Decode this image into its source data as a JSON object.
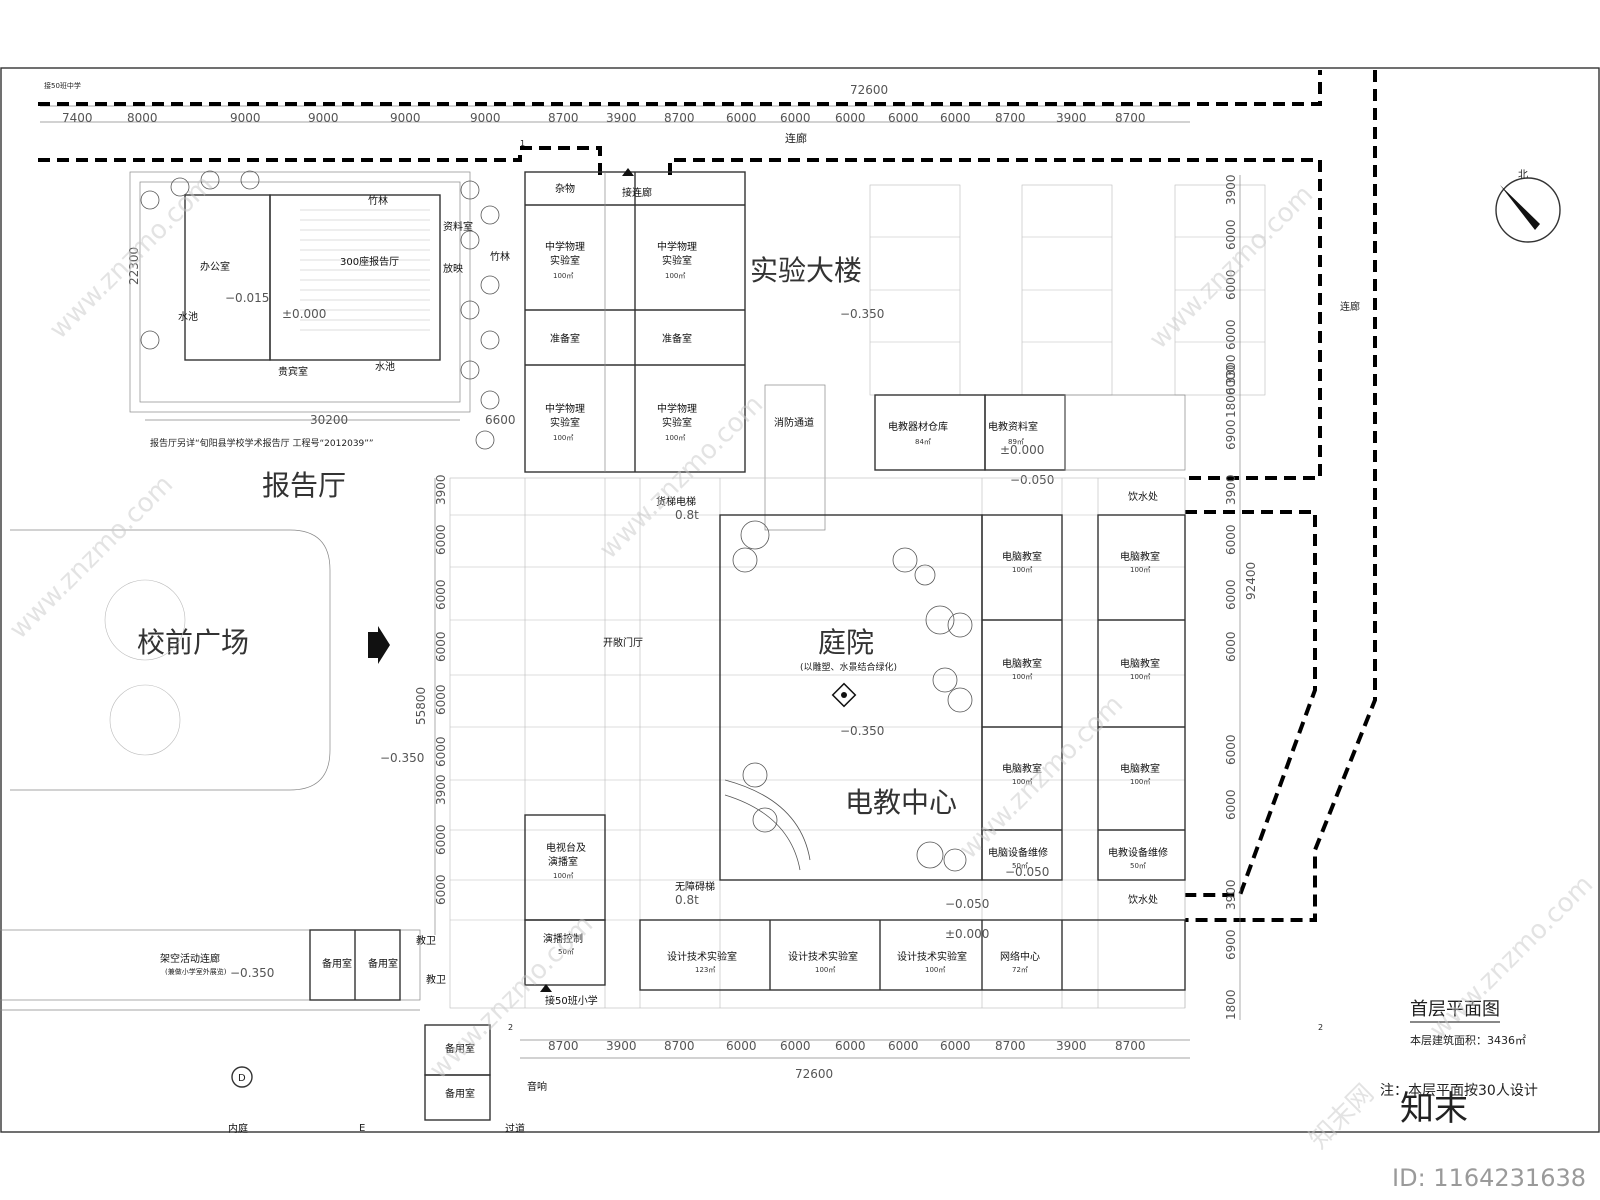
{
  "blocks": {
    "lab_building": "实验大楼",
    "report_hall": "报告厅",
    "front_plaza": "校前广场",
    "courtyard": "庭院",
    "courtyard_note": "(以雕塑、水景结合绿化)",
    "av_center": "电教中心"
  },
  "labels": {
    "top_corridor": "连廊",
    "right_corridor": "连廊",
    "connect_corridor": "接连廊",
    "open_hall": "开敞门厅",
    "fire_lane": "消防通道",
    "connect_school": "接50班小学",
    "inner_court": "内庭",
    "report_hall_300": "300座报告厅",
    "office": "办公室",
    "pool": "水池",
    "pool2": "水池",
    "guest": "贵宾室",
    "material": "资料室",
    "control": "放映",
    "bamboo1": "竹林",
    "bamboo2": "竹林",
    "report_note": "报告厅另详“旬阳县学校学术报告厅  工程号“2012039””",
    "top_note": "接50班中学",
    "elevator1": "货梯电梯",
    "elevator1_load": "0.8t",
    "elevator2": "无障碍梯",
    "elevator2_load": "0.8t",
    "drinking1": "饮水处",
    "drinking2": "饮水处",
    "stilt_corridor": "架空活动连廊",
    "stilt_note": "(兼做小学室外展览)",
    "spare1": "备用室",
    "spare2": "备用室",
    "spare3": "备用室",
    "spare4": "备用室",
    "wc1": "教卫",
    "wc2": "教卫",
    "sound": "音响",
    "passage": "过道",
    "circle_d": "D",
    "circle_e": "E",
    "grid_1": "1",
    "grid_2a": "2",
    "grid_2b": "2"
  },
  "levels": [
    "−0.015",
    "±0.000",
    "−0.350",
    "−0.350",
    "−0.050",
    "±0.000",
    "−0.350",
    "−0.350",
    "−0.050",
    "±0.000",
    "−0.050"
  ],
  "rooms": {
    "sundries": "杂物",
    "phys1": "中学物理",
    "phys1b": "实验室",
    "phys1_area": "100㎡",
    "phys2": "中学物理",
    "phys2b": "实验室",
    "phys2_area": "100㎡",
    "prep1": "准备室",
    "prep2": "准备室",
    "phys3": "中学物理",
    "phys3b": "实验室",
    "phys3_area": "100㎡",
    "phys4": "中学物理",
    "phys4b": "实验室",
    "phys4_area": "100㎡",
    "av_store": "电教器材仓库",
    "av_store_area": "84㎡",
    "av_data": "电教资料室",
    "av_data_area": "89㎡",
    "pc1": "电脑教室",
    "pc1_area": "100㎡",
    "pc2": "电脑教室",
    "pc2_area": "100㎡",
    "pc3": "电脑教室",
    "pc3_area": "100㎡",
    "pc4": "电脑教室",
    "pc4_area": "100㎡",
    "pc5": "电脑教室",
    "pc5_area": "100㎡",
    "pc6": "电脑教室",
    "pc6_area": "100㎡",
    "pc_repair": "电脑设备维修",
    "pc_repair_area": "50㎡",
    "av_repair": "电教设备维修",
    "av_repair_area": "50㎡",
    "tv": "电视台及",
    "tvb": "演播室",
    "tv_area": "100㎡",
    "studio_ctrl": "演播控制",
    "studio_ctrl_area": "50㎡",
    "design1": "设计技术实验室",
    "design1_area": "123㎡",
    "design2": "设计技术实验室",
    "design2_area": "100㎡",
    "design3": "设计技术实验室",
    "design3_area": "100㎡",
    "network": "网络中心",
    "network_area": "72㎡"
  },
  "dimensions": {
    "top_total": "72600",
    "top": [
      "7400",
      "8000",
      "9000",
      "9000",
      "9000",
      "9000",
      "8700",
      "3900",
      "8700",
      "6000",
      "6000",
      "6000",
      "6000",
      "6000",
      "8700",
      "3900",
      "8700"
    ],
    "bottom_total": "72600",
    "bottom": [
      "8700",
      "3900",
      "8700",
      "6000",
      "6000",
      "6000",
      "6000",
      "6000",
      "8700",
      "3900",
      "8700"
    ],
    "left_total": "55800",
    "left": [
      "3900",
      "6000",
      "6000",
      "6000",
      "6000",
      "6000",
      "3900",
      "6000",
      "6000"
    ],
    "right_total": "92400",
    "right": [
      "3900",
      "6000",
      "6000",
      "6000",
      "6000",
      "3300",
      "1800",
      "6900",
      "3900",
      "6000",
      "6000",
      "6000",
      "6000",
      "6000",
      "3900",
      "6900",
      "1800"
    ],
    "hall_w": "30200",
    "hall_w2": "6600",
    "hall_h": "22300"
  },
  "title": {
    "name": "首层平面图",
    "area_label": "本层建筑面积：3436㎡",
    "note": "注：本层平面按30人设计"
  },
  "watermarks": {
    "text": "www.znzmo.com",
    "brand": "知末网",
    "logo": "知末",
    "id": "ID: 1164231638"
  },
  "compass": "北"
}
